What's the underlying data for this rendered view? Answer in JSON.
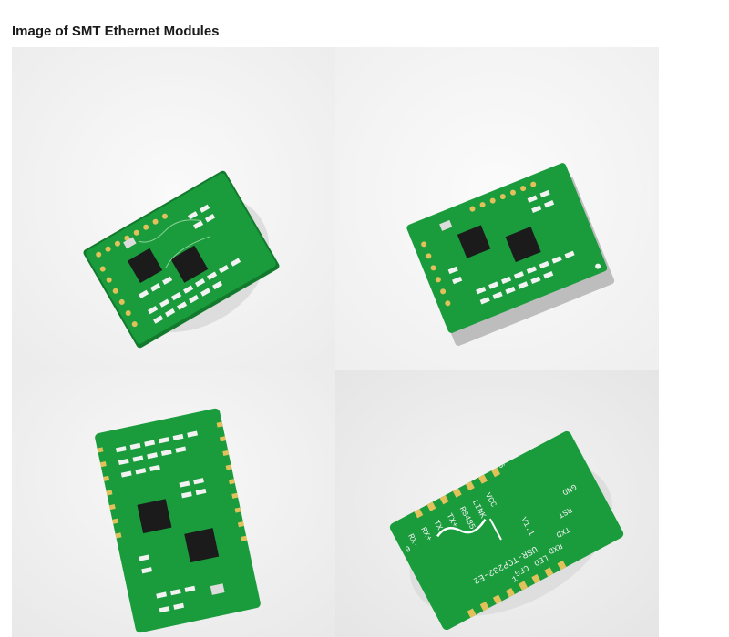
{
  "page": {
    "title": "Image of SMT Ethernet Modules"
  },
  "colors": {
    "pcb_green": "#1a9b3c",
    "pcb_green_dark": "#137a2d",
    "pad_gold": "#e2c15a",
    "chip_black": "#1b1b1b",
    "silk_white": "#f2f2f2",
    "background_light": "#f3f3f3"
  },
  "photos": {
    "photo_4": {
      "silkscreen": {
        "pin_16": "16",
        "vcc": "VCC",
        "link": "LINK",
        "rs485": "RS485",
        "tx_plus": "TX+",
        "tx_minus": "TX-",
        "rx_plus": "RX+",
        "rx_minus": "RX-",
        "v11": "V1.1",
        "gnd": "GND",
        "rst": "RST",
        "txd": "TXD",
        "rxd": "RXD",
        "model": "USR-TCP232-E2",
        "led": "LED",
        "cfg": "CFG",
        "pin_9": "9",
        "pin_1": "1"
      }
    }
  }
}
